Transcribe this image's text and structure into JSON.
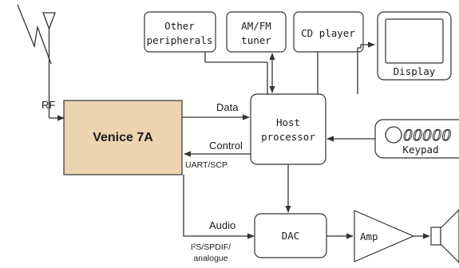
{
  "blocks": {
    "main": "Venice 7A",
    "other_peripherals": [
      "Other",
      "peripherals"
    ],
    "amfm_tuner": [
      "AM/FM",
      "tuner"
    ],
    "cd_player": "CD player",
    "display": "Display",
    "host_processor": [
      "Host",
      "processor"
    ],
    "keypad": "Keypad",
    "dac": "DAC",
    "amp": "Amp"
  },
  "signals": {
    "rf": "RF",
    "data": "Data",
    "control": "Control",
    "control_protocol": "UART/SCP",
    "audio": "Audio",
    "audio_format": [
      "I²S/SPDIF/",
      "analogue"
    ]
  },
  "keypad_keys": "00000",
  "colors": {
    "main_fill": "#ecd4b0",
    "stroke": "#333333"
  }
}
